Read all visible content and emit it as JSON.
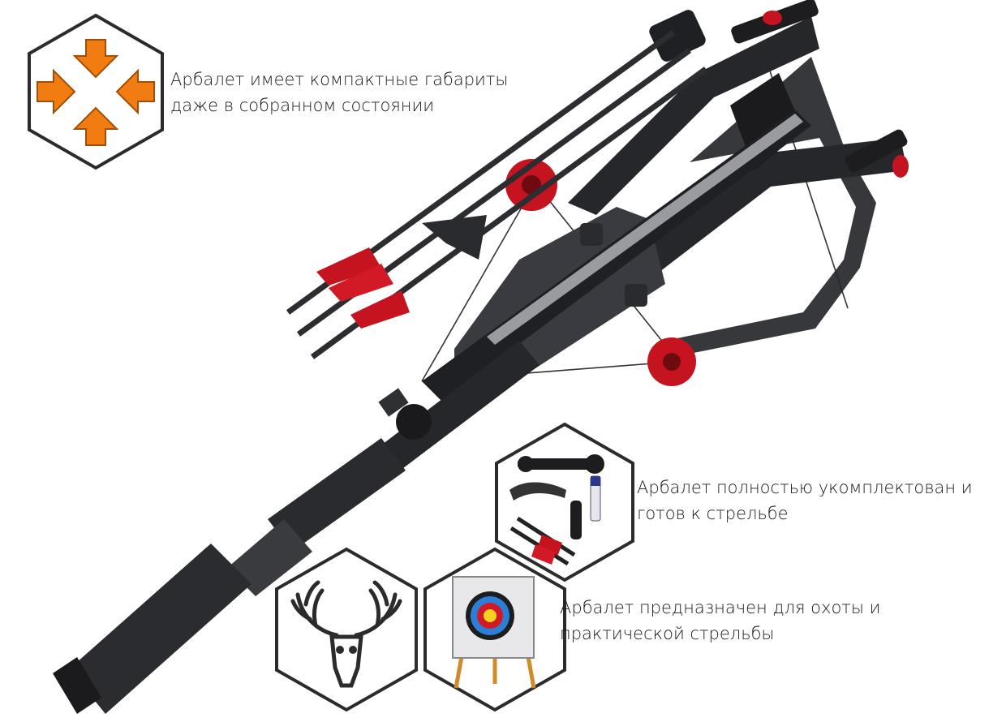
{
  "colors": {
    "accent": "#f07c12",
    "accent_stroke": "#a34e05",
    "crossbow_metal": "#26272b",
    "crossbow_red": "#c5141f",
    "hex_border": "#2b2b2b"
  },
  "features": [
    {
      "icon": "compact-arrows-icon",
      "lines": [
        "Арбалет имеет компактные габариты",
        "даже в собранном состоянии"
      ]
    },
    {
      "icon": "accessories-kit-icon",
      "lines": [
        "Арбалет полностью укомплектован и",
        "готов к стрельбе"
      ]
    },
    {
      "icon": "deer-skull-icon",
      "secondary_icon": "archery-target-icon",
      "lines": [
        "Арбалет предназначен для охоты и",
        "практической стрельбы"
      ]
    }
  ]
}
